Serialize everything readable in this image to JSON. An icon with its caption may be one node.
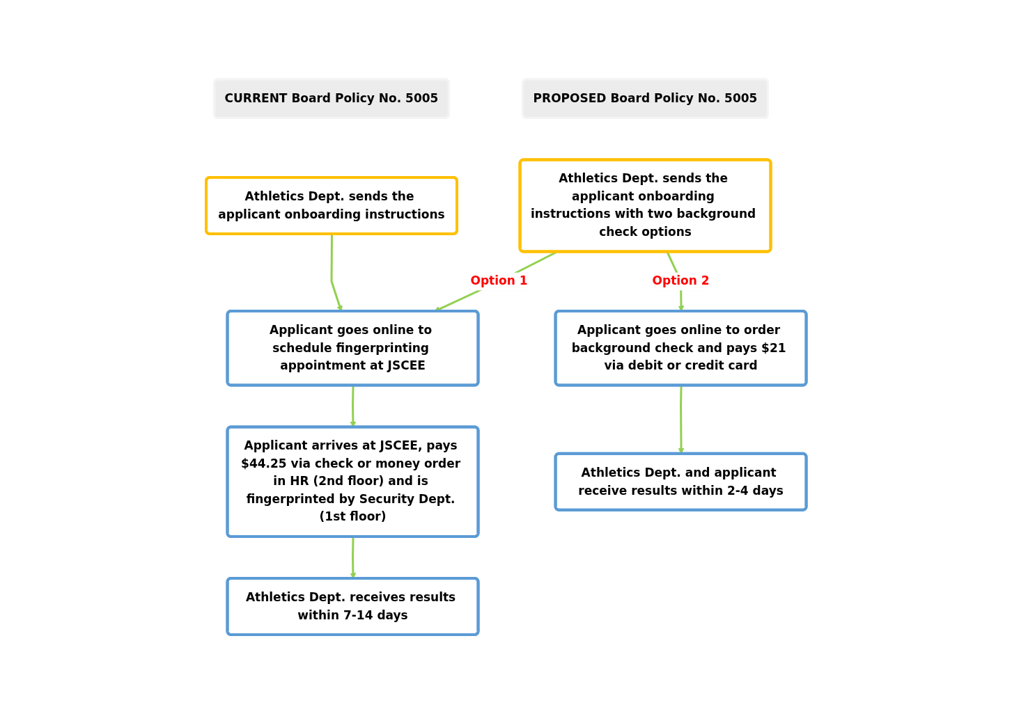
{
  "diagram": {
    "nodes": [
      {
        "text": [
          "CURRENT Board Policy No. 5005"
        ]
      },
      {
        "text": [
          "PROPOSED Board Policy No. 5005"
        ]
      },
      {
        "text": [
          "Athletics Dept. sends the applicant onboarding instructions"
        ]
      },
      {
        "text": [
          "Applicant goes online to schedule fingerprinting appointment at JSCEE"
        ]
      },
      {
        "text": [
          "Applicant arrives at JSCEE, pays $44.25 via check or money order in HR (2nd floor) and is fingerprinted by Security Dept. (1st floor)"
        ]
      },
      {
        "text": [
          "Athletics Dept. receives results within 7-14 days"
        ]
      },
      {
        "text": [
          "Athletics Dept. sends the applicant onboarding instructions with two background check options"
        ]
      },
      {
        "text": [
          "Applicant goes online to order background check and pays $21 via debit or credit card"
        ]
      },
      {
        "text": [
          "Athletics Dept. and applicant receive results within 2-4 days"
        ]
      }
    ],
    "edges": [
      {
        "from": 2,
        "to": 3,
        "arrow": "to",
        "color": "#92d050"
      },
      {
        "from": 3,
        "to": 4,
        "arrow": "to",
        "color": "#92d050"
      },
      {
        "from": 4,
        "to": 5,
        "arrow": "to",
        "color": "#92d050"
      },
      {
        "from": 6,
        "to": 3,
        "arrow": "to",
        "label": "Option 1",
        "color": "#92d050"
      },
      {
        "from": 6,
        "to": 7,
        "arrow": "to",
        "label": "Option 2",
        "color": "#92d050"
      },
      {
        "from": 7,
        "to": 8,
        "arrow": "to",
        "color": "#92d050"
      }
    ]
  }
}
